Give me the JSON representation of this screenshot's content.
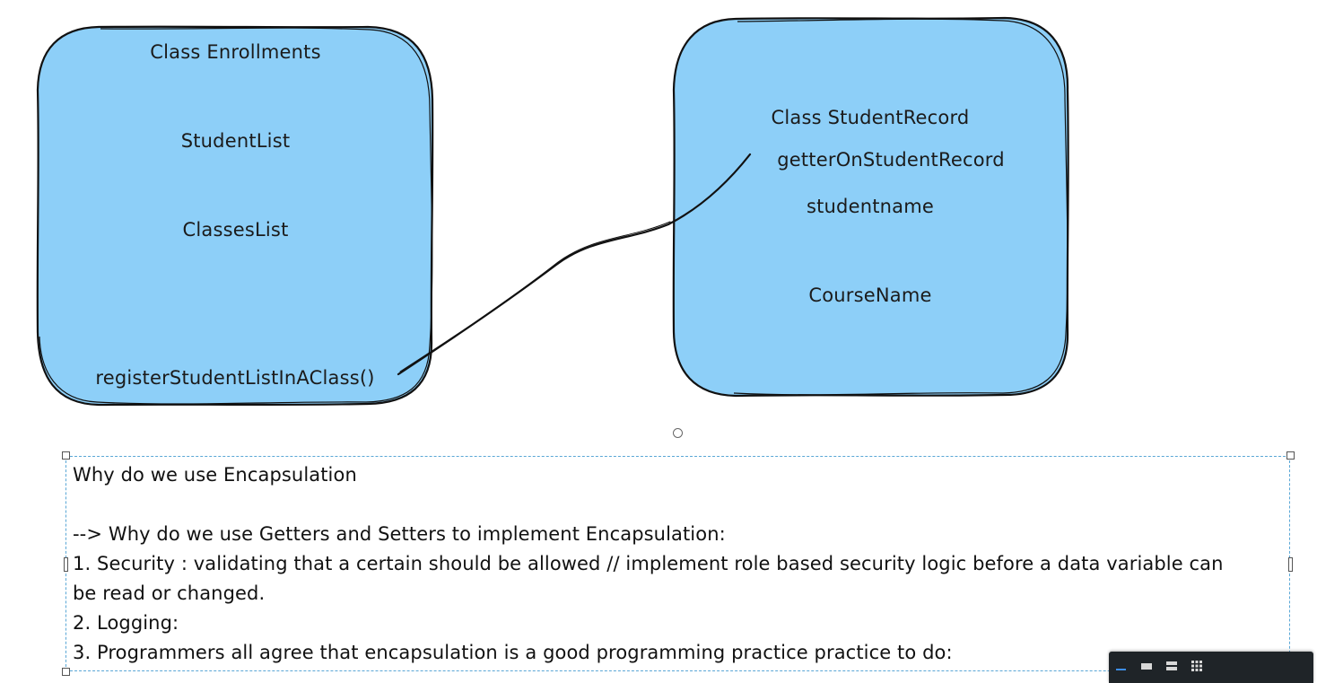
{
  "diagram": {
    "left_box": {
      "title": "Class Enrollments",
      "items": [
        "StudentList",
        "ClassesList"
      ],
      "method": "registerStudentListInAClass()",
      "fill": "#8dcff8"
    },
    "right_box": {
      "title": "Class StudentRecord",
      "items": [
        "getterOnStudentRecord",
        "studentname",
        "CourseName"
      ],
      "fill": "#8dcff8"
    }
  },
  "text_block": {
    "lines": [
      "Why do we use Encapsulation",
      "",
      "--> Why do we use Getters and Setters to implement Encapsulation:",
      "1. Security : validating that a certain should be allowed // implement role based security logic before a data variable can",
      "be read or changed.",
      "2. Logging:",
      "3. Programmers all agree that encapsulation is a good programming practice practice to do:"
    ]
  },
  "toolbar": {
    "buttons": [
      "minimize-icon",
      "single-view-icon",
      "split-view-icon",
      "grid-view-icon"
    ],
    "accent": "#3d8ee6"
  }
}
